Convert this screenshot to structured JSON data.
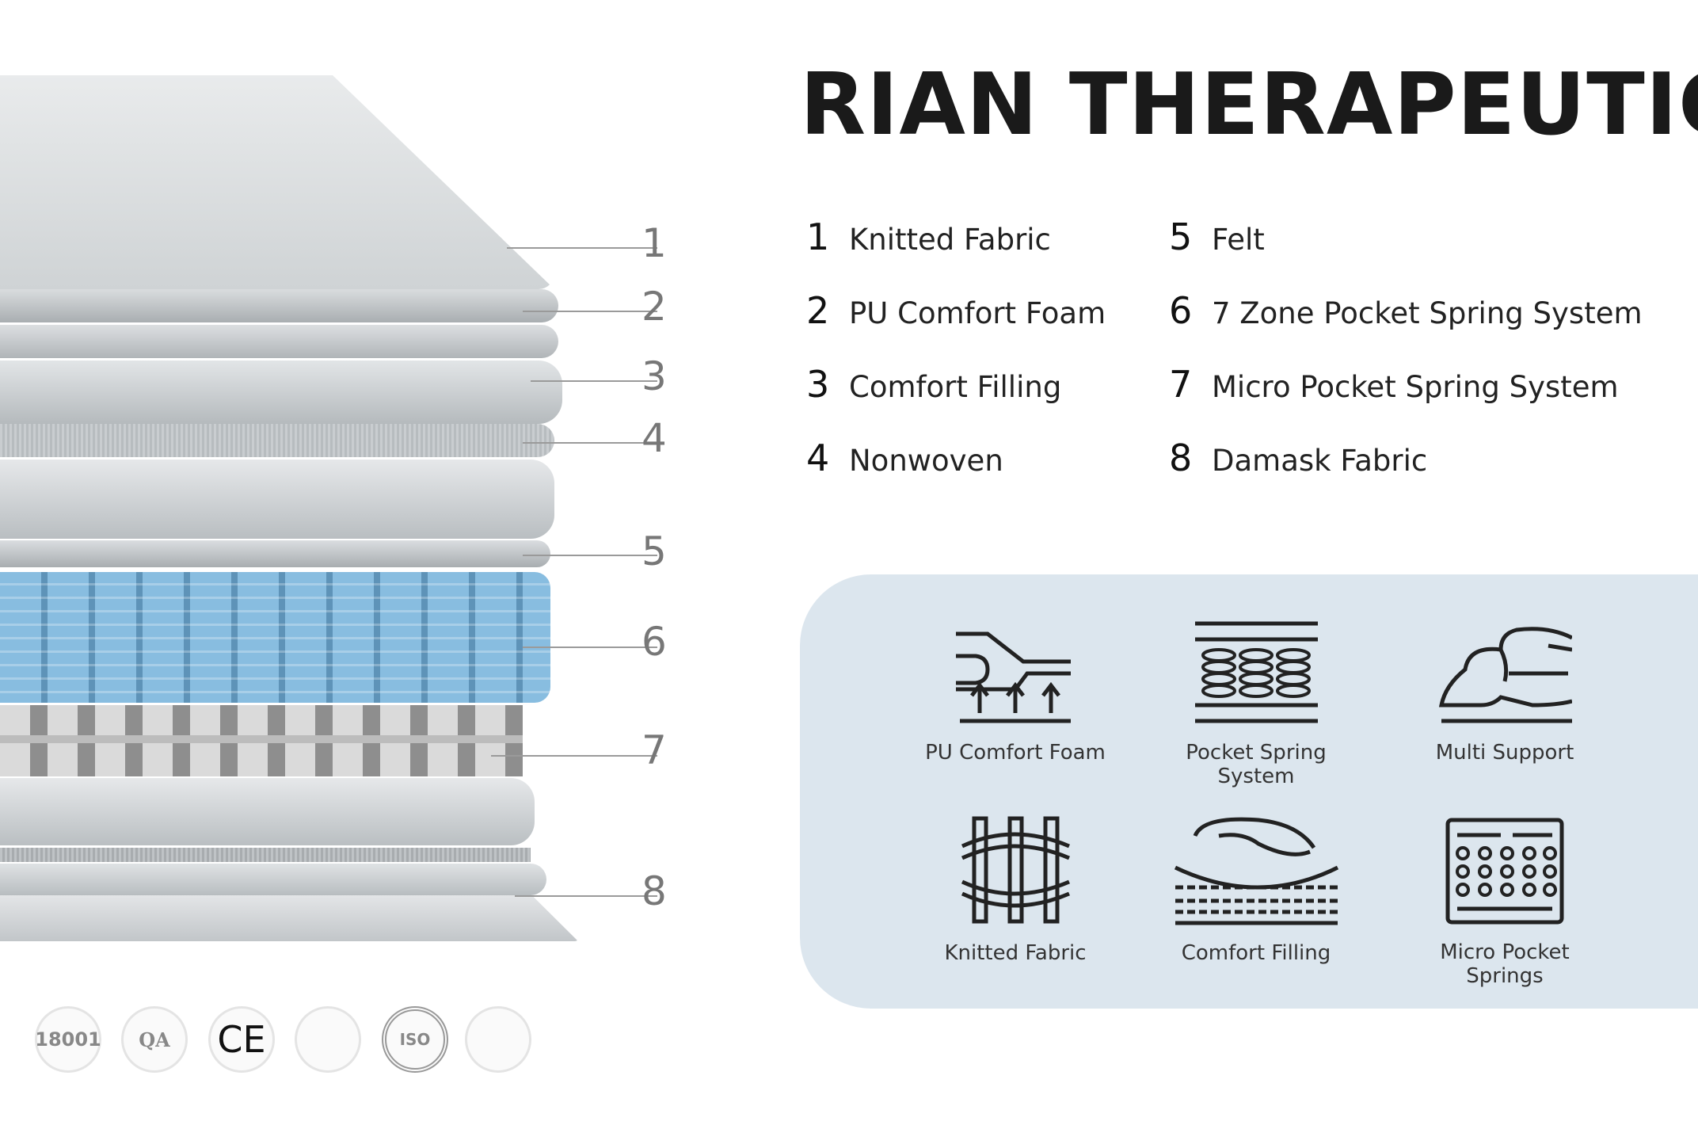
{
  "title": "RIAN THERAPEUTIC",
  "layers": [
    {
      "num": "1",
      "label": "Knitted Fabric"
    },
    {
      "num": "2",
      "label": "PU Comfort Foam"
    },
    {
      "num": "3",
      "label": "Comfort Filling"
    },
    {
      "num": "4",
      "label": "Nonwoven"
    },
    {
      "num": "5",
      "label": "Felt"
    },
    {
      "num": "6",
      "label": "7 Zone Pocket Spring System"
    },
    {
      "num": "7",
      "label": "Micro Pocket Spring System"
    },
    {
      "num": "8",
      "label": "Damask Fabric"
    }
  ],
  "features": [
    {
      "label": "PU Comfort Foam",
      "icon": "foam-icon"
    },
    {
      "label": "Pocket Spring System",
      "icon": "pocket-spring-icon"
    },
    {
      "label": "Multi Support",
      "icon": "multi-support-icon"
    },
    {
      "label": "Knitted Fabric",
      "icon": "knitted-fabric-icon"
    },
    {
      "label": "Comfort Filling",
      "icon": "comfort-filling-icon"
    },
    {
      "label": "Micro Pocket Springs",
      "icon": "micro-pocket-springs-icon"
    }
  ],
  "certifications": [
    {
      "text": "18001",
      "name": "ohsas-18001-badge"
    },
    {
      "text": "QA",
      "name": "qa-badge"
    },
    {
      "text": "CE",
      "name": "ce-badge"
    },
    {
      "text": "",
      "name": "cert-badge-4"
    },
    {
      "text": "ISO",
      "name": "iso-badge"
    },
    {
      "text": "",
      "name": "iso-14001-badge"
    }
  ],
  "colors": {
    "panel": "#dce6ee",
    "spring": "#7fb3d6"
  }
}
